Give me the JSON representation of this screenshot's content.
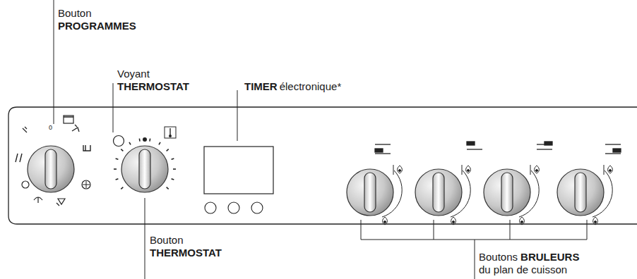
{
  "diagram": {
    "labels": [
      "Bouton",
      "PROGRAMMES",
      "0",
      "Voyant",
      "THERMOSTAT",
      "TIMER",
      "électronique*",
      "Bouton",
      "THERMOSTAT",
      "Boutons",
      "BRULEURS",
      "du plan de cuisson"
    ]
  }
}
